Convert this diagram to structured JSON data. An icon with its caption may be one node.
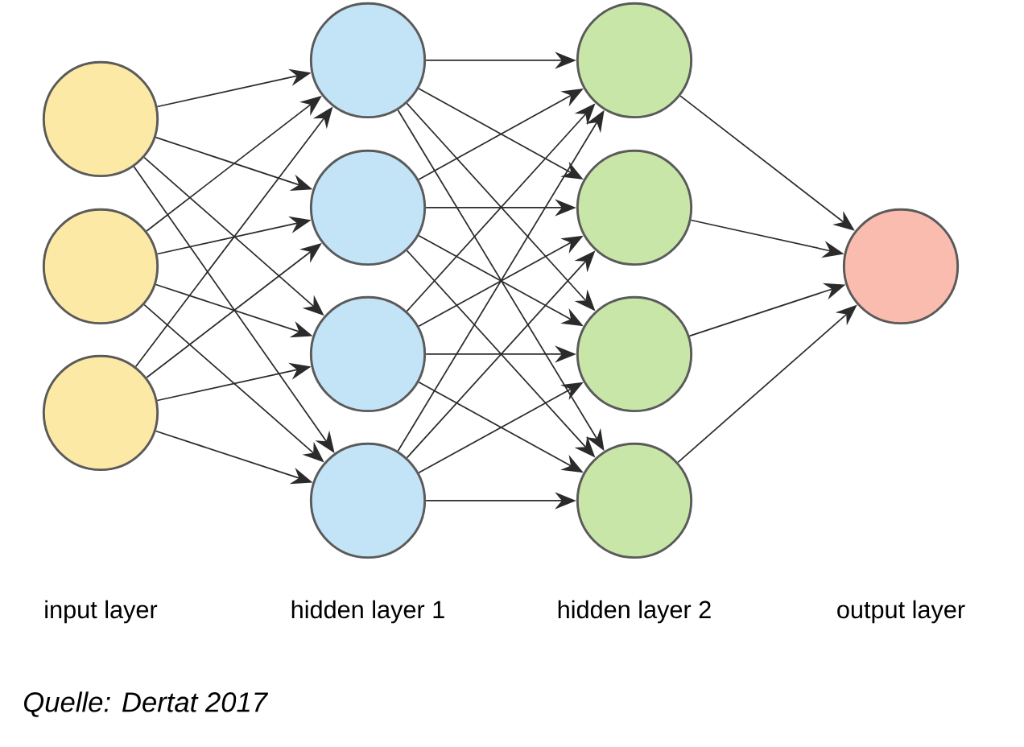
{
  "diagram": {
    "caption": "Quelle: Dertat 2017",
    "nodes": [
      {
        "text": [],
        "shape": "circle"
      },
      {
        "text": [],
        "shape": "circle"
      },
      {
        "text": [],
        "shape": "circle"
      },
      {
        "text": [],
        "shape": "circle"
      },
      {
        "text": [],
        "shape": "circle"
      },
      {
        "text": [],
        "shape": "circle"
      },
      {
        "text": [],
        "shape": "circle"
      },
      {
        "text": [],
        "shape": "circle"
      },
      {
        "text": [],
        "shape": "circle"
      },
      {
        "text": [],
        "shape": "circle"
      },
      {
        "text": [],
        "shape": "circle"
      },
      {
        "text": [],
        "shape": "circle"
      }
    ],
    "edges": [
      {
        "from": 0,
        "to": 3,
        "arrow": "to"
      },
      {
        "from": 0,
        "to": 4,
        "arrow": "to"
      },
      {
        "from": 0,
        "to": 5,
        "arrow": "to"
      },
      {
        "from": 0,
        "to": 6,
        "arrow": "to"
      },
      {
        "from": 1,
        "to": 3,
        "arrow": "to"
      },
      {
        "from": 1,
        "to": 4,
        "arrow": "to"
      },
      {
        "from": 1,
        "to": 5,
        "arrow": "to"
      },
      {
        "from": 1,
        "to": 6,
        "arrow": "to"
      },
      {
        "from": 2,
        "to": 3,
        "arrow": "to"
      },
      {
        "from": 2,
        "to": 4,
        "arrow": "to"
      },
      {
        "from": 2,
        "to": 5,
        "arrow": "to"
      },
      {
        "from": 2,
        "to": 6,
        "arrow": "to"
      },
      {
        "from": 3,
        "to": 7,
        "arrow": "to"
      },
      {
        "from": 3,
        "to": 8,
        "arrow": "to"
      },
      {
        "from": 3,
        "to": 9,
        "arrow": "to"
      },
      {
        "from": 3,
        "to": 10,
        "arrow": "to"
      },
      {
        "from": 4,
        "to": 7,
        "arrow": "to"
      },
      {
        "from": 4,
        "to": 8,
        "arrow": "to"
      },
      {
        "from": 4,
        "to": 9,
        "arrow": "to"
      },
      {
        "from": 4,
        "to": 10,
        "arrow": "to"
      },
      {
        "from": 5,
        "to": 7,
        "arrow": "to"
      },
      {
        "from": 5,
        "to": 8,
        "arrow": "to"
      },
      {
        "from": 5,
        "to": 9,
        "arrow": "to"
      },
      {
        "from": 5,
        "to": 10,
        "arrow": "to"
      },
      {
        "from": 6,
        "to": 7,
        "arrow": "to"
      },
      {
        "from": 6,
        "to": 8,
        "arrow": "to"
      },
      {
        "from": 6,
        "to": 9,
        "arrow": "to"
      },
      {
        "from": 6,
        "to": 10,
        "arrow": "to"
      },
      {
        "from": 7,
        "to": 11,
        "arrow": "to"
      },
      {
        "from": 8,
        "to": 11,
        "arrow": "to"
      },
      {
        "from": 9,
        "to": 11,
        "arrow": "to"
      },
      {
        "from": 10,
        "to": 11,
        "arrow": "to"
      }
    ],
    "labels": [
      "input layer",
      "hidden layer 1",
      "hidden layer 2",
      "output layer"
    ]
  }
}
